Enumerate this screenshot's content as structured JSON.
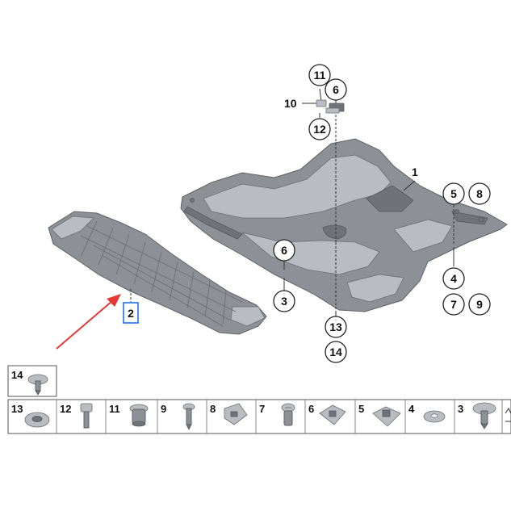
{
  "callouts": {
    "c11": "11",
    "c6_top": "6",
    "c10": "10",
    "c12": "12",
    "c1": "1",
    "c5": "5",
    "c8": "8",
    "c6_mid": "6",
    "c3": "3",
    "c4": "4",
    "c7": "7",
    "c9": "9",
    "c13": "13",
    "c14": "14",
    "c2": "2"
  },
  "parts_table": {
    "row1": [
      "14"
    ],
    "row2": [
      "13",
      "12",
      "11",
      "9",
      "8",
      "7",
      "6",
      "5",
      "4",
      "3"
    ]
  },
  "colors": {
    "arrow": "#e53935",
    "highlight": "#1e73e8",
    "part": "#8d9196"
  }
}
